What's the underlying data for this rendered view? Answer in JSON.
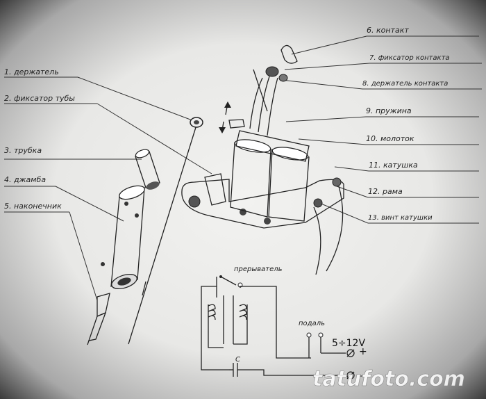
{
  "labels_left": [
    "1. держатель",
    "2. фиксатор тубы",
    "3. трубка",
    "4. джамба",
    "5. наконечник"
  ],
  "labels_right": [
    "6. контакт",
    "7. фиксатор контакта",
    "8. держатель контакта",
    "9. пружина",
    "10. молоток",
    "11. катушка",
    "12. рама",
    "13. винт катушки"
  ],
  "circuit": {
    "interrupter": "прерыватель",
    "supply": "подаль",
    "voltage": "5÷12V",
    "capacitor": "C",
    "terminal_plus": "+",
    "terminal_minus": "–"
  },
  "watermark": "tatufoto.com"
}
